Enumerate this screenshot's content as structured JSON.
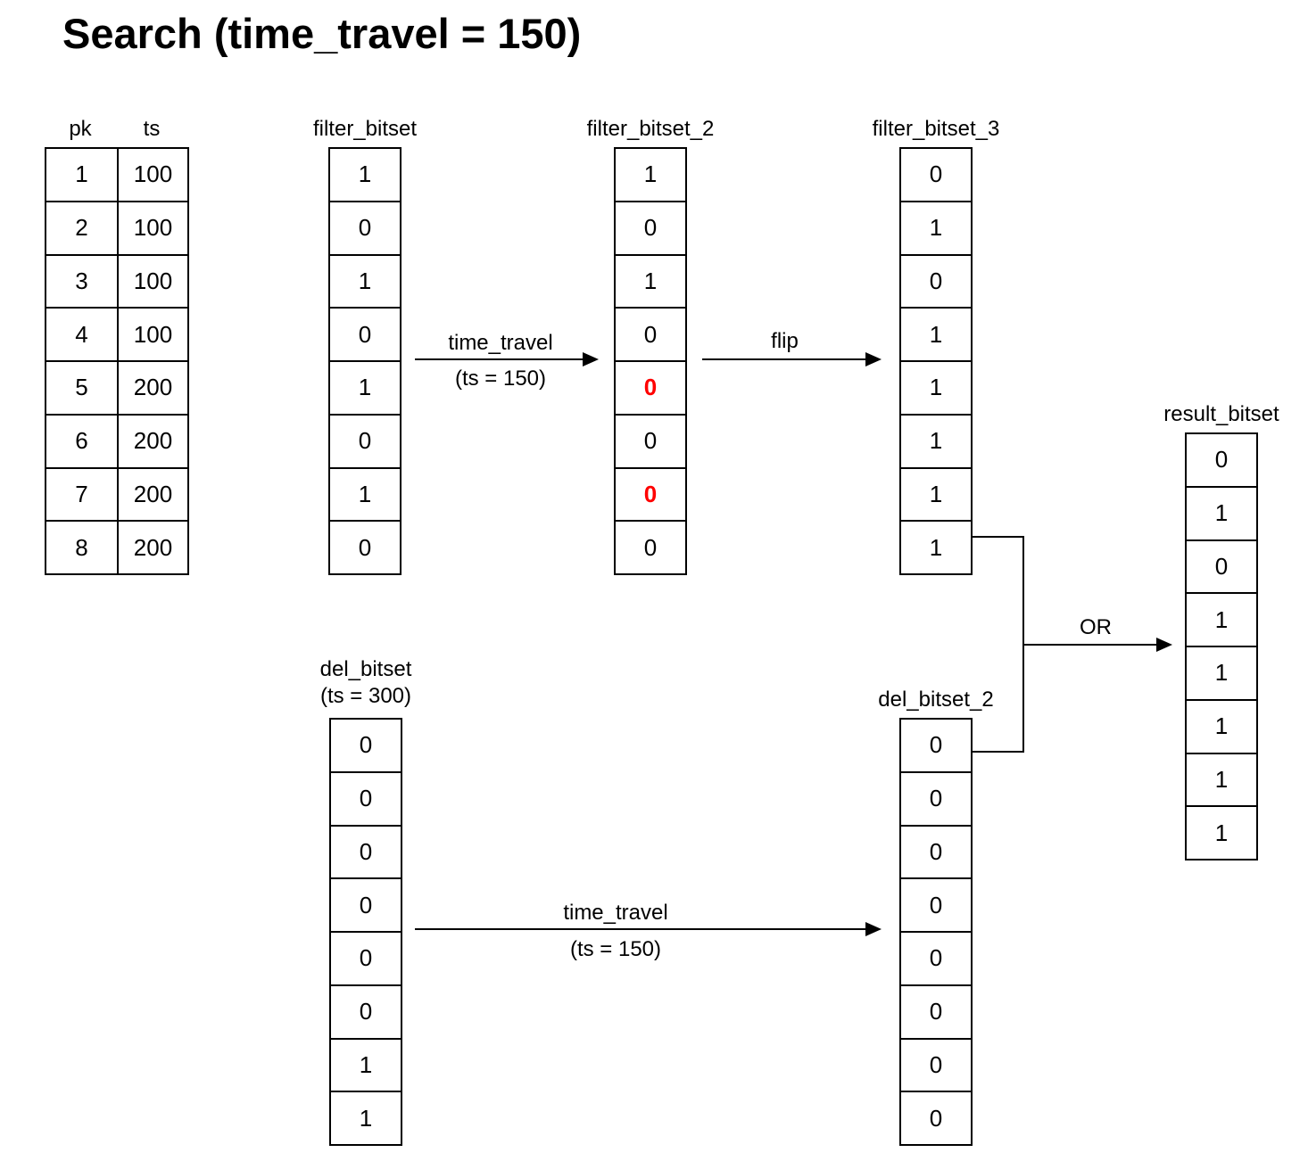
{
  "title": "Search (time_travel = 150)",
  "table": {
    "headers": [
      "pk",
      "ts"
    ],
    "rows": [
      [
        "1",
        "100"
      ],
      [
        "2",
        "100"
      ],
      [
        "3",
        "100"
      ],
      [
        "4",
        "100"
      ],
      [
        "5",
        "200"
      ],
      [
        "6",
        "200"
      ],
      [
        "7",
        "200"
      ],
      [
        "8",
        "200"
      ]
    ]
  },
  "bitsets": {
    "filter_bitset": {
      "label": "filter_bitset",
      "values": [
        "1",
        "0",
        "1",
        "0",
        "1",
        "0",
        "1",
        "0"
      ]
    },
    "filter_bitset_2": {
      "label": "filter_bitset_2",
      "values": [
        "1",
        "0",
        "1",
        "0",
        "0",
        "0",
        "0",
        "0"
      ],
      "highlighted_indices": [
        4,
        6
      ],
      "highlight_color": "#ff0000"
    },
    "filter_bitset_3": {
      "label": "filter_bitset_3",
      "values": [
        "0",
        "1",
        "0",
        "1",
        "1",
        "1",
        "1",
        "1"
      ]
    },
    "del_bitset": {
      "label": "del_bitset",
      "sublabel": "(ts = 300)",
      "values": [
        "0",
        "0",
        "0",
        "0",
        "0",
        "0",
        "1",
        "1"
      ]
    },
    "del_bitset_2": {
      "label": "del_bitset_2",
      "values": [
        "0",
        "0",
        "0",
        "0",
        "0",
        "0",
        "0",
        "0"
      ]
    },
    "result_bitset": {
      "label": "result_bitset",
      "values": [
        "0",
        "1",
        "0",
        "1",
        "1",
        "1",
        "1",
        "1"
      ]
    }
  },
  "arrows": {
    "time_travel_top": {
      "label": "time_travel",
      "sublabel": "(ts = 150)"
    },
    "flip": {
      "label": "flip"
    },
    "time_travel_bottom": {
      "label": "time_travel",
      "sublabel": "(ts = 150)"
    },
    "or": {
      "label": "OR"
    }
  },
  "colors": {
    "background": "#ffffff",
    "line": "#000000",
    "text": "#000000",
    "highlight": "#ff0000"
  }
}
